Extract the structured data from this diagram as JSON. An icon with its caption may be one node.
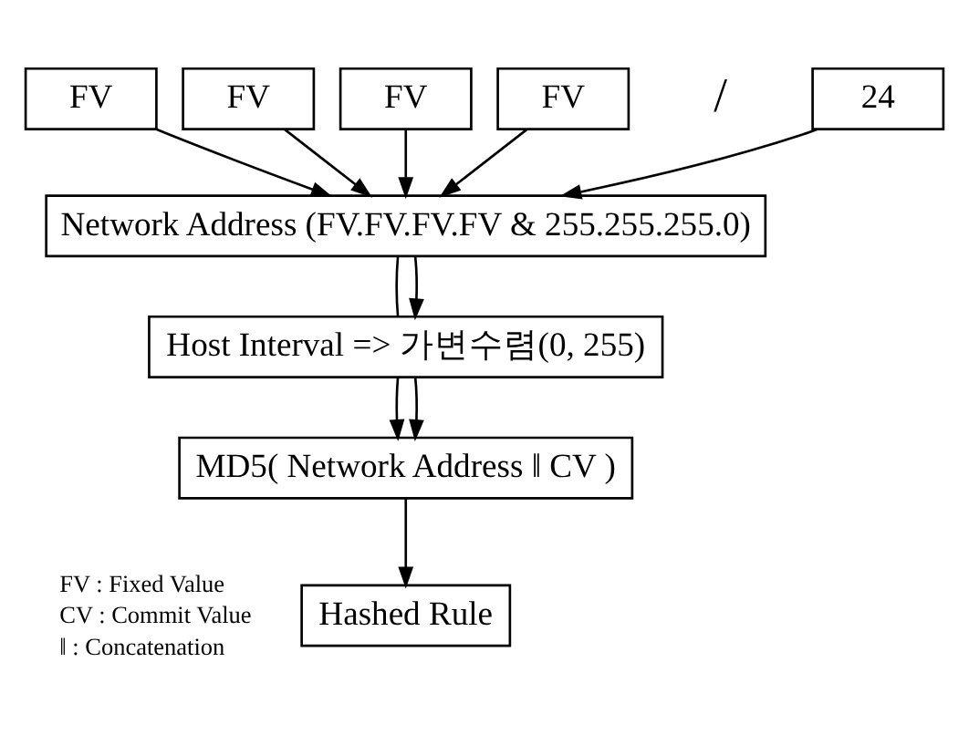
{
  "diagram": {
    "nodes": [
      {
        "text": [
          "FV"
        ]
      },
      {
        "text": [
          "FV"
        ]
      },
      {
        "text": [
          "FV"
        ]
      },
      {
        "text": [
          "FV"
        ]
      },
      {
        "text": [
          "24"
        ]
      },
      {
        "text": [
          "Network Address (FV.FV.FV.FV & 255.255.255.0)"
        ]
      },
      {
        "text": [
          "Host Interval => 가변수렴(0, 255)"
        ]
      },
      {
        "text": [
          "MD5( Network Address ‖ CV )"
        ]
      },
      {
        "text": [
          "Hashed Rule"
        ]
      }
    ],
    "edges": [
      {
        "from": 0,
        "to": 5,
        "arrow": "to"
      },
      {
        "from": 1,
        "to": 5,
        "arrow": "to"
      },
      {
        "from": 2,
        "to": 5,
        "arrow": "to"
      },
      {
        "from": 3,
        "to": 5,
        "arrow": "to"
      },
      {
        "from": 4,
        "to": 5,
        "arrow": "to"
      },
      {
        "from": 5,
        "to": 6,
        "arrow": "none"
      },
      {
        "from": 5,
        "to": 6,
        "arrow": "to"
      },
      {
        "from": 6,
        "to": 7,
        "arrow": "to"
      },
      {
        "from": 6,
        "to": 7,
        "arrow": "to"
      },
      {
        "from": 7,
        "to": 8,
        "arrow": "to"
      }
    ],
    "labels": [
      "/",
      "FV : Fixed Value",
      "CV : Commit Value",
      "‖ : Concatenation"
    ]
  }
}
